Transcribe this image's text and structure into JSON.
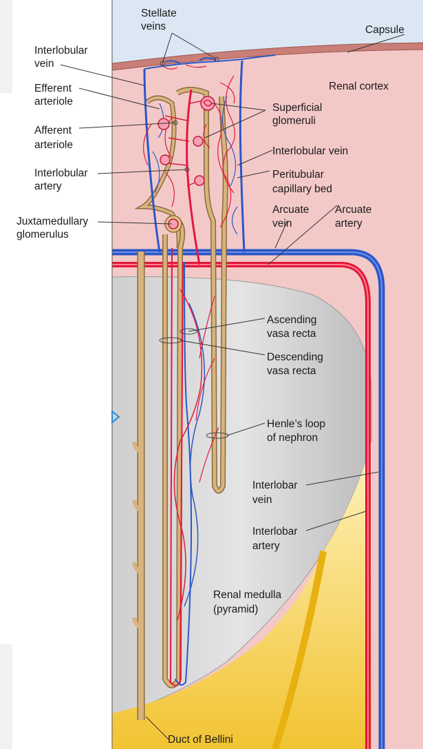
{
  "labels": {
    "stellate_veins": [
      "Stellate",
      "veins"
    ],
    "capsule": "Capsule",
    "interlobular_vein_left": [
      "Interlobular",
      "vein"
    ],
    "renal_cortex": "Renal cortex",
    "efferent_arteriole": [
      "Efferent",
      "arteriole"
    ],
    "superficial_glomeruli": [
      "Superficial",
      "glomeruli"
    ],
    "afferent_arteriole": [
      "Afferent",
      "arteriole"
    ],
    "interlobular_vein_right": "Interlobular vein",
    "interlobular_artery": [
      "Interlobular",
      "artery"
    ],
    "peritubular_capillary_bed": [
      "Peritubular",
      "capillary bed"
    ],
    "juxtamedullary_glomerulus": [
      "Juxtamedullary",
      "glomerulus"
    ],
    "arcuate_vein": [
      "Arcuate",
      "vein"
    ],
    "arcuate_artery": [
      "Arcuate",
      "artery"
    ],
    "ascending_vasa_recta": [
      "Ascending",
      "vasa recta"
    ],
    "descending_vasa_recta": [
      "Descending",
      "vasa recta"
    ],
    "henles_loop": [
      "Henle’s loop",
      "of nephron"
    ],
    "interlobar_vein": [
      "Interlobar",
      "vein"
    ],
    "interlobar_artery": [
      "Interlobar",
      "artery"
    ],
    "renal_medulla": [
      "Renal medulla",
      "(pyramid)"
    ],
    "duct_of_bellini": "Duct of Bellini"
  },
  "colors": {
    "capsule_sky": "#dbe8f3",
    "capsule_band": "#c97f78",
    "cortex": "#f3c9c8",
    "medulla": "#d9d9d9",
    "papilla": "#f5d95a",
    "artery": "#e2183a",
    "vein": "#2b57c8",
    "tubule": "#d9b37e",
    "tubule_outline": "#8a6a3c",
    "background": "#f2f2f2"
  },
  "icons": {
    "side_marker": "arrow-right-icon"
  }
}
